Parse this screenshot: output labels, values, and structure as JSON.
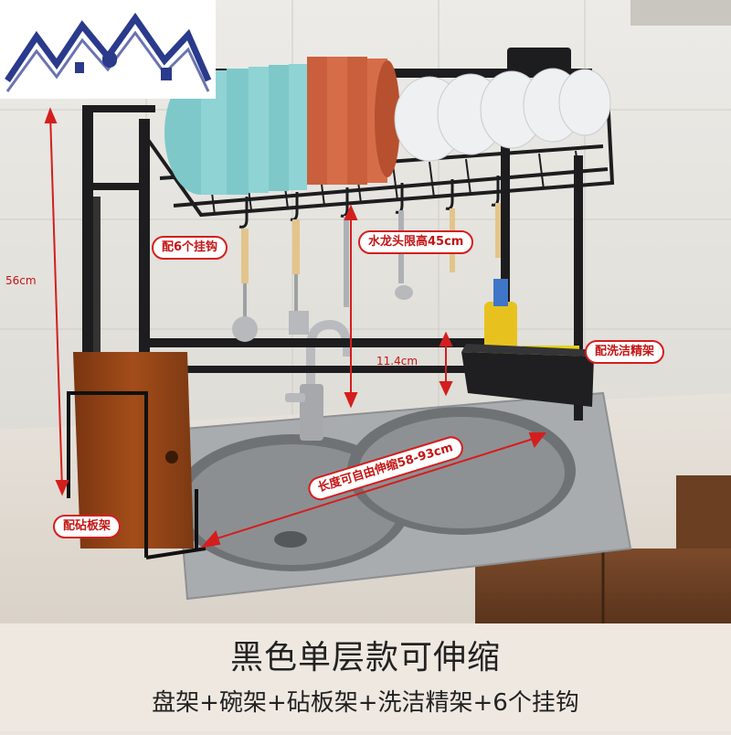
{
  "labels": {
    "height": "56cm",
    "hooks": "配6个挂钩",
    "faucet_limit": "水龙头限高45cm",
    "gap": "11.4cm",
    "detergent_rack": "配洗洁精架",
    "length": "长度可自由伸缩58-93cm",
    "board_rack": "配砧板架"
  },
  "banner": {
    "title": "黑色单层款可伸缩",
    "subtitle": "盘架+碗架+砧板架+洗洁精架+6个挂钩"
  },
  "colors": {
    "accent": "#d41e1e",
    "rack": "#1d1d1f",
    "logo_blue": "#2a3a8c"
  }
}
